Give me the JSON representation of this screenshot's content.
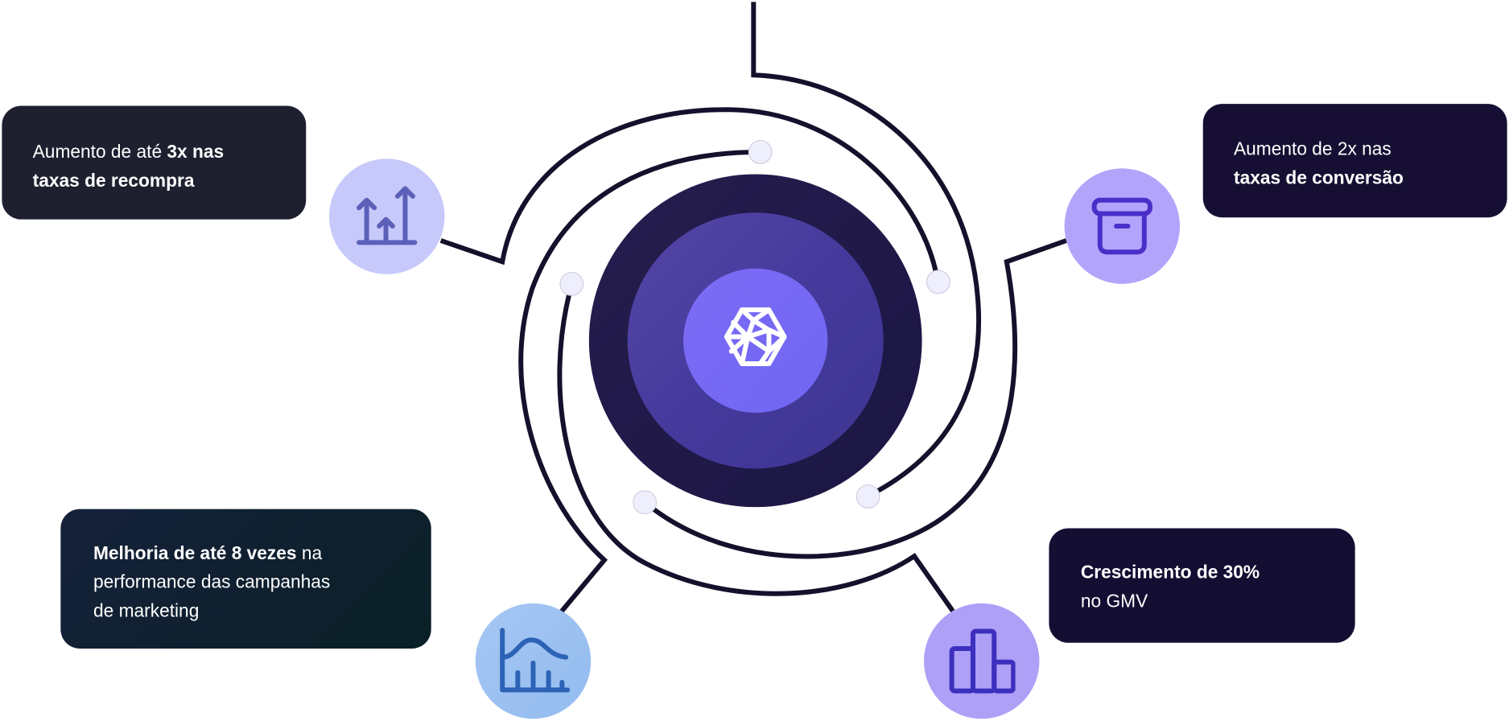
{
  "cards": [
    {
      "line1_normal": "Aumento de até ",
      "line1_bold": "3x nas",
      "line2_bold": "taxas de recompra",
      "icon": "arrows-up-chart-icon"
    },
    {
      "line1_normal": "Aumento de 2x nas",
      "line2_bold": "taxas de conversão",
      "icon": "archive-box-icon"
    },
    {
      "line1_bold": "Melhoria de até 8 vezes",
      "line1_normal": " na",
      "line2_normal": "performance das campanhas",
      "line3_normal": "de marketing",
      "icon": "distribution-chart-icon"
    },
    {
      "line1_bold": "Crescimento de 30%",
      "line2_normal": "no GMV",
      "icon": "bar-chart-icon"
    }
  ],
  "center": {
    "icon": "network-hexagon-logo"
  },
  "colors": {
    "line": "#13112b",
    "core_outer": "#221c4a",
    "core_mid": "#4a3da0",
    "core_inner": "#7868f5"
  }
}
